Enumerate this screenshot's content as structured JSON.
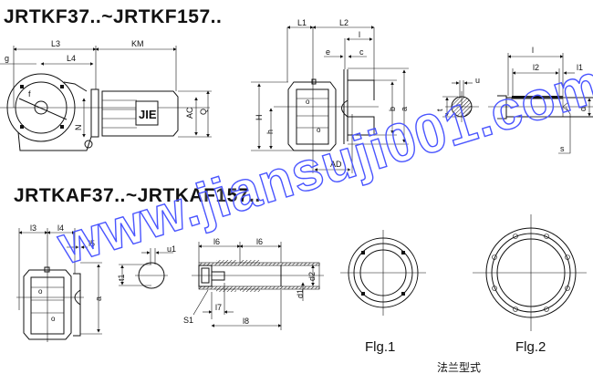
{
  "titles": {
    "top": "JRTKF37..~JRTKF157..",
    "bottom": "JRTKAF37..~JRTKAF157.."
  },
  "motor_logo": "JIE",
  "watermark": "www.jiansuji001.com",
  "view1_labels": {
    "L3": "L3",
    "KM": "KM",
    "g": "g",
    "L4": "L4",
    "f": "f",
    "N": "N",
    "AC": "AC",
    "Q": "Q"
  },
  "view2_labels": {
    "L1": "L1",
    "L2": "L2",
    "l": "l",
    "e": "e",
    "c": "c",
    "H": "H",
    "h": "h",
    "b": "b",
    "a": "a",
    "AD": "AD"
  },
  "shaft_labels": {
    "u": "u",
    "t": "t",
    "l": "l",
    "l2": "l2",
    "l1": "l1",
    "d": "d",
    "s": "s"
  },
  "hollow_view_labels": {
    "l3": "l3",
    "l4": "l4",
    "l5": "l5",
    "a": "a"
  },
  "hollow_section_labels": {
    "u1": "u1",
    "t1": "t1"
  },
  "hollow_shaft_labels": {
    "l6a": "l6",
    "l6b": "l6",
    "d2": "d2",
    "d1": "d1",
    "l7": "l7",
    "l8": "l8",
    "S1": "S1"
  },
  "figures": {
    "fig1": "Flg.1",
    "fig2": "Flg.2",
    "caption": "法兰型式"
  }
}
